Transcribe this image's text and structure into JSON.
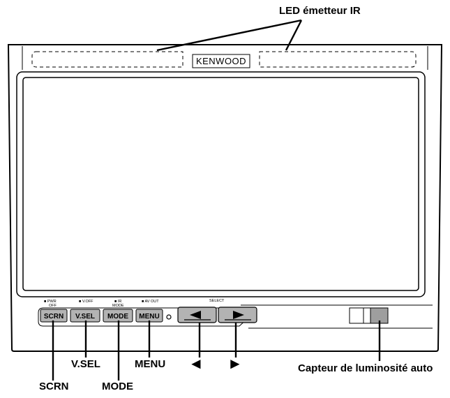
{
  "labels": {
    "led": "LED émetteur IR",
    "capteur": "Capteur de luminosité auto",
    "scrn": "SCRN",
    "vsel": "V.SEL",
    "mode": "MODE",
    "menu": "MENU",
    "left_arrow": "◄",
    "right_arrow": "►"
  },
  "device": {
    "brand": "KENWOOD",
    "buttons": {
      "scrn": "SCRN",
      "vsel": "V.SEL",
      "mode": "MODE",
      "menu": "MENU"
    },
    "sublabels": {
      "pwr": "■ PWR",
      "off": "OFF",
      "voff": "■ V.OFF",
      "ir": "■ IR",
      "ir_mode": "MODE",
      "avout": "■ AV OUT",
      "select": "SELECT"
    },
    "colors": {
      "outline": "#000000",
      "button_fill": "#b3b3b3",
      "sensor_fill": "#9e9e9e"
    }
  }
}
